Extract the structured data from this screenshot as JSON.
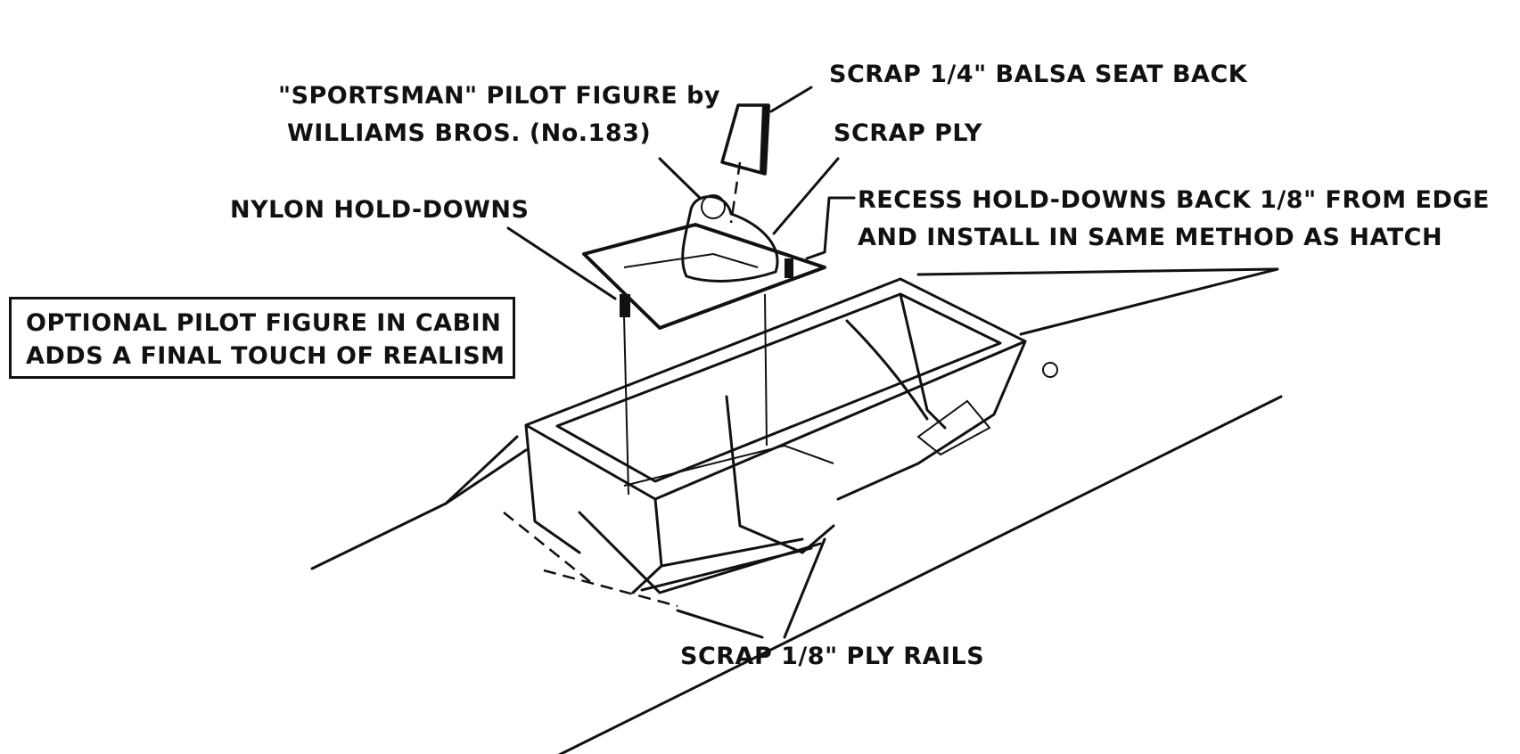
{
  "labels": {
    "seat_back": "SCRAP 1/4\" BALSA SEAT BACK",
    "pilot_line1": "\"SPORTSMAN\" PILOT FIGURE by",
    "pilot_line2": "WILLIAMS BROS. (No.183)",
    "scrap_ply": "SCRAP PLY",
    "nylon": "NYLON HOLD-DOWNS",
    "recess_line1": "RECESS HOLD-DOWNS BACK 1/8\" FROM EDGE",
    "recess_line2": "AND INSTALL IN SAME METHOD AS HATCH",
    "rails": "SCRAP 1/8\" PLY RAILS"
  },
  "callout_box": {
    "line1": "OPTIONAL PILOT FIGURE IN CABIN",
    "line2": "ADDS A FINAL TOUCH OF REALISM"
  }
}
